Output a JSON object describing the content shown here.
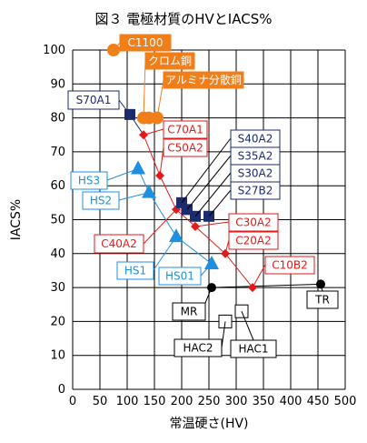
{
  "chart_data": {
    "type": "scatter",
    "title": "図３ 電極材質のHVとIACS%",
    "xlabel": "常温硬さ(HV)",
    "ylabel": "IACS%",
    "xlim": [
      0,
      500
    ],
    "ylim": [
      0,
      100
    ],
    "xticks": [
      0,
      50,
      100,
      150,
      200,
      250,
      300,
      350,
      400,
      450,
      500
    ],
    "yticks": [
      0,
      10,
      20,
      30,
      40,
      50,
      60,
      70,
      80,
      90,
      100
    ],
    "grid": true,
    "colors": {
      "orange": "#f07f1a",
      "red": "#e41a1a",
      "navy": "#1c2a6e",
      "blue": "#1f8fe0",
      "black": "#000000",
      "gray": "#888888"
    },
    "series": [
      {
        "group": "orange",
        "marker": "circle",
        "points": [
          {
            "label": "C1100",
            "x": 75,
            "y": 100
          },
          {
            "label": "クロム銅",
            "x": 130,
            "y": 80
          },
          {
            "label": "アルミナ分散銅",
            "x": 155,
            "y": 80
          }
        ],
        "extra_points": [
          {
            "x": 140,
            "y": 80
          }
        ]
      },
      {
        "group": "red",
        "marker": "diamond",
        "connected": true,
        "points": [
          {
            "label": "C70A1",
            "x": 130,
            "y": 75
          },
          {
            "label": "C50A2",
            "x": 160,
            "y": 63
          },
          {
            "label": "C40A2",
            "x": 190,
            "y": 53
          },
          {
            "label": "C30A2",
            "x": 225,
            "y": 48
          },
          {
            "label": "C20A2",
            "x": 280,
            "y": 40
          },
          {
            "label": "C10B2",
            "x": 330,
            "y": 30
          }
        ]
      },
      {
        "group": "navy",
        "marker": "square",
        "points": [
          {
            "label": "S70A1",
            "x": 105,
            "y": 81
          },
          {
            "label": "S40A2",
            "x": 200,
            "y": 55
          },
          {
            "label": "S35A2",
            "x": 210,
            "y": 53
          },
          {
            "label": "S30A2",
            "x": 225,
            "y": 51
          },
          {
            "label": "S27B2",
            "x": 250,
            "y": 51
          }
        ]
      },
      {
        "group": "blue",
        "marker": "triangle",
        "connected": true,
        "points": [
          {
            "label": "HS3",
            "x": 120,
            "y": 65
          },
          {
            "label": "HS2",
            "x": 140,
            "y": 58
          },
          {
            "label": "HS1",
            "x": 190,
            "y": 45
          },
          {
            "label": "HS01",
            "x": 255,
            "y": 37
          }
        ]
      },
      {
        "group": "black",
        "marker": "circle",
        "connected": true,
        "points": [
          {
            "label": "MR",
            "x": 255,
            "y": 30
          },
          {
            "label": "TR",
            "x": 455,
            "y": 31
          }
        ]
      },
      {
        "group": "white",
        "marker": "open-square",
        "points": [
          {
            "label": "HAC2",
            "x": 280,
            "y": 20
          },
          {
            "label": "HAC1",
            "x": 310,
            "y": 23
          }
        ]
      }
    ]
  }
}
